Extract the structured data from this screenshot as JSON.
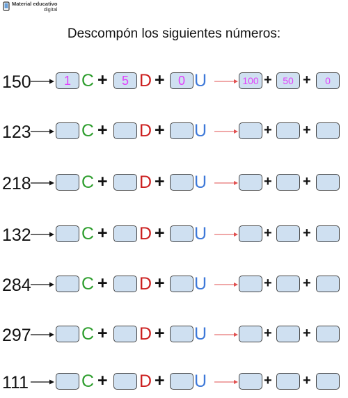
{
  "logo": {
    "line1": "Material educativo",
    "line2": "digital"
  },
  "title": "Descompón los siguientes números:",
  "units": {
    "c": "C",
    "d": "D",
    "u": "U"
  },
  "plus": "+",
  "rows": [
    {
      "number": "150",
      "c": "1",
      "d": "5",
      "u": "0",
      "r1": "100",
      "r2": "50",
      "r3": "0"
    },
    {
      "number": "123",
      "c": "",
      "d": "",
      "u": "",
      "r1": "",
      "r2": "",
      "r3": ""
    },
    {
      "number": "218",
      "c": "",
      "d": "",
      "u": "",
      "r1": "",
      "r2": "",
      "r3": ""
    },
    {
      "number": "132",
      "c": "",
      "d": "",
      "u": "",
      "r1": "",
      "r2": "",
      "r3": ""
    },
    {
      "number": "284",
      "c": "",
      "d": "",
      "u": "",
      "r1": "",
      "r2": "",
      "r3": ""
    },
    {
      "number": "297",
      "c": "",
      "d": "",
      "u": "",
      "r1": "",
      "r2": "",
      "r3": ""
    },
    {
      "number": "111",
      "c": "",
      "d": "",
      "u": "",
      "r1": "",
      "r2": "",
      "r3": ""
    }
  ]
}
